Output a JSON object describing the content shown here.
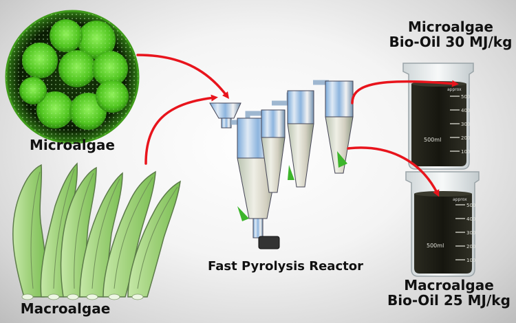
{
  "labels": {
    "microalgae": "Microalgae",
    "macroalgae": "Macroalgae",
    "reactor": "Fast Pyrolysis Reactor",
    "micro_oil_line1": "Microalgae",
    "micro_oil_line2": "Bio-Oil 30 MJ/kg",
    "macro_oil_line1": "Macroalgae",
    "macro_oil_line2": "Bio-Oil 25 MJ/kg"
  },
  "beaker": {
    "volume_label": "500ml",
    "brand": "approx",
    "scale": [
      "500",
      "400",
      "300",
      "200",
      "100"
    ]
  },
  "colors": {
    "arrow": "#e8141c",
    "algae_green": "#5ed22c",
    "oil": "#1e1d16",
    "seaweed": "#9fd17a"
  }
}
